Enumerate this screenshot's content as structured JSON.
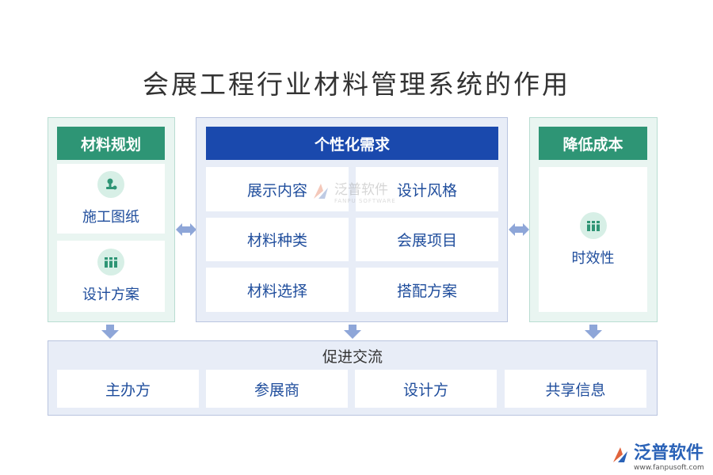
{
  "title": "会展工程行业材料管理系统的作用",
  "left": {
    "header": "材料规划",
    "items": [
      {
        "label": "施工图纸",
        "icon": "stamp-icon"
      },
      {
        "label": "设计方案",
        "icon": "binders-icon"
      }
    ]
  },
  "center": {
    "header": "个性化需求",
    "items": [
      "展示内容",
      "设计风格",
      "材料种类",
      "会展项目",
      "材料选择",
      "搭配方案"
    ]
  },
  "right": {
    "header": "降低成本",
    "items": [
      {
        "label": "时效性",
        "icon": "binders-icon"
      }
    ]
  },
  "bottom": {
    "title": "促进交流",
    "items": [
      "主办方",
      "参展商",
      "设计方",
      "共享信息"
    ]
  },
  "watermark": {
    "name": "泛普软件",
    "sub": "FANPU SOFTWARE"
  },
  "logo": {
    "name": "泛普软件",
    "url": "www.fanpusoft.com"
  },
  "colors": {
    "green_header": "#2e9575",
    "blue_header": "#1a49ad",
    "text_blue": "#1f4d9c",
    "arrow": "#8ea6d8"
  }
}
